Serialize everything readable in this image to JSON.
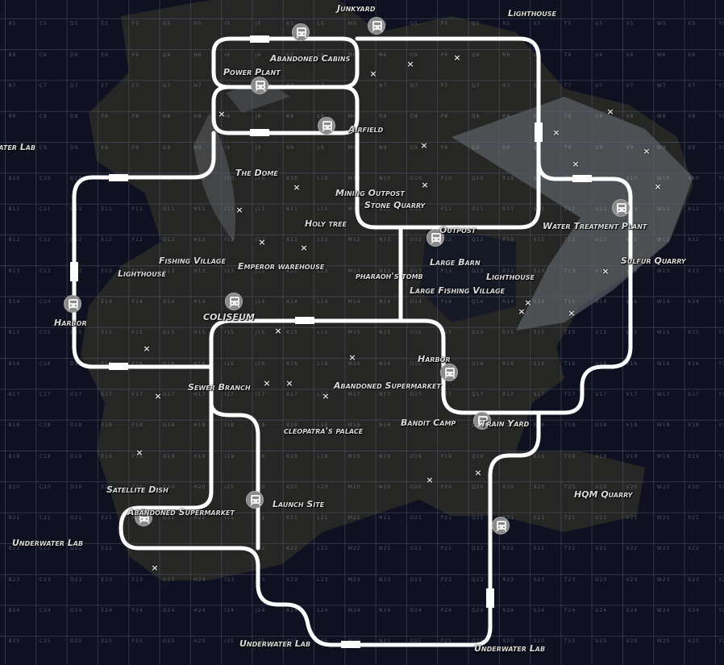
{
  "map": {
    "colors": {
      "water": "#0f1120",
      "land": "#2b2b27",
      "snow": "#8f959c",
      "rail": "#ffffff",
      "grid": "#5a6078",
      "label": "#d9d9d9",
      "station": "#8a8a8a"
    },
    "grid": {
      "columns": [
        "B",
        "C",
        "D",
        "E",
        "F",
        "G",
        "H",
        "I",
        "J",
        "K",
        "L",
        "M",
        "N",
        "O",
        "P",
        "Q",
        "R",
        "S",
        "T",
        "U",
        "V",
        "W",
        "X",
        "Y"
      ],
      "rows": [
        5,
        6,
        7,
        8,
        9,
        10,
        11,
        12,
        13,
        14,
        15,
        16,
        17,
        18,
        19,
        20,
        21,
        22,
        23,
        24,
        25
      ]
    },
    "locations": [
      {
        "name": "Junkyard"
      },
      {
        "name": "Lighthouse"
      },
      {
        "name": "Abandoned Cabins"
      },
      {
        "name": "Power Plant"
      },
      {
        "name": "Airfield"
      },
      {
        "name": "Underwater Lab"
      },
      {
        "name": "The Dome"
      },
      {
        "name": "Mining Outpost"
      },
      {
        "name": "Stone Quarry"
      },
      {
        "name": "Holy tree"
      },
      {
        "name": "Outpost"
      },
      {
        "name": "Water Treatment Plant"
      },
      {
        "name": "Sulfur Quarry"
      },
      {
        "name": "Fishing Village"
      },
      {
        "name": "Emperor warehouse"
      },
      {
        "name": "Lighthouse"
      },
      {
        "name": "pharaoh's tomb"
      },
      {
        "name": "Large Barn"
      },
      {
        "name": "Lighthouse"
      },
      {
        "name": "Large Fishing Village"
      },
      {
        "name": "Harbor"
      },
      {
        "name": "COLISEUM"
      },
      {
        "name": "Harbor"
      },
      {
        "name": "Sewer Branch"
      },
      {
        "name": "Abandoned Supermarket"
      },
      {
        "name": "Bandit Camp"
      },
      {
        "name": "cleopatra's palace"
      },
      {
        "name": "Train Yard"
      },
      {
        "name": "HQM Quarry"
      },
      {
        "name": "Satellite Dish"
      },
      {
        "name": "Abandoned Supermarket"
      },
      {
        "name": "Launch Site"
      },
      {
        "name": "Underwater Lab"
      },
      {
        "name": "Underwater Lab"
      },
      {
        "name": "Underwater Lab"
      }
    ],
    "marker_glyph": "×",
    "station_icon": "train-station-icon"
  }
}
